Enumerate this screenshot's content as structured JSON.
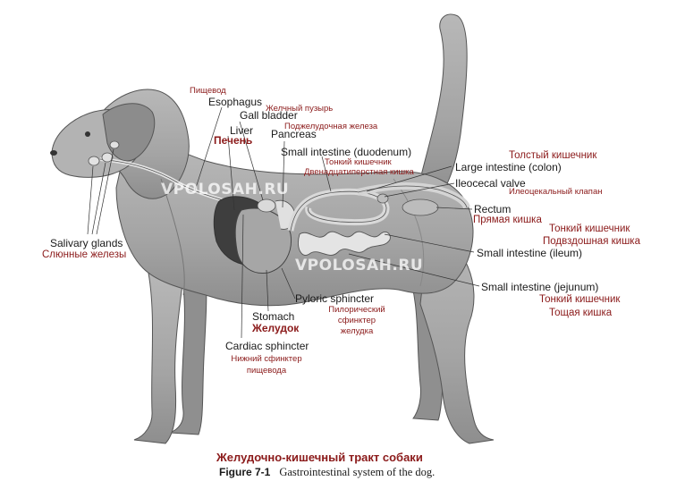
{
  "labels": {
    "esophagus_ru": "Пищевод",
    "esophagus_en": "Esophagus",
    "gall_bladder_ru": "Желчный пузырь",
    "gall_bladder_en": "Gall bladder",
    "liver_en": "Liver",
    "liver_ru": "Печень",
    "pancreas_en": "Pancreas",
    "pancreas_ru": "Поджелудочная железа",
    "duodenum_en": "Small intestine (duodenum)",
    "duodenum_ru1": "Тонкий кишечник",
    "duodenum_ru2": "Двенадцатиперстная кишка",
    "colon_ru": "Толстый кишечник",
    "colon_en": "Large intestine (colon)",
    "ileocecal_en": "Ileocecal valve",
    "ileocecal_ru": "Илеоцекальный клапан",
    "rectum_en": "Rectum",
    "rectum_ru": "Прямая кишка",
    "ileum_ru1": "Тонкий кишечник",
    "ileum_ru2": "Подвздошная кишка",
    "ileum_en": "Small intestine (ileum)",
    "jejunum_en": "Small intestine (jejunum)",
    "jejunum_ru1": "Тонкий кишечник",
    "jejunum_ru2": "Тощая кишка",
    "salivary_en": "Salivary glands",
    "salivary_ru": "Слюнные железы",
    "pyloric_en": "Pyloric sphincter",
    "pyloric_ru1": "Пилорический",
    "pyloric_ru2": "сфинктер",
    "pyloric_ru3": "желудка",
    "stomach_en": "Stomach",
    "stomach_ru": "Желудок",
    "cardiac_en": "Cardiac sphincter",
    "cardiac_ru1": "Нижний сфинктер",
    "cardiac_ru2": "пищевода"
  },
  "watermarks": [
    "VPOLOSAH.RU",
    "VPOLOSAH.RU"
  ],
  "caption": {
    "title_ru": "Желудочно-кишечный тракт собаки",
    "figure_label": "Figure 7-1",
    "figure_text": "Gastrointestinal system of the dog."
  },
  "colors": {
    "dog_fill": "#a9a9a9",
    "dog_shadow": "#7d7d7d",
    "organ_fill": "#d6d6d6",
    "stomach_fill": "#9a9a9a",
    "russian_text": "#8b1a1a"
  }
}
